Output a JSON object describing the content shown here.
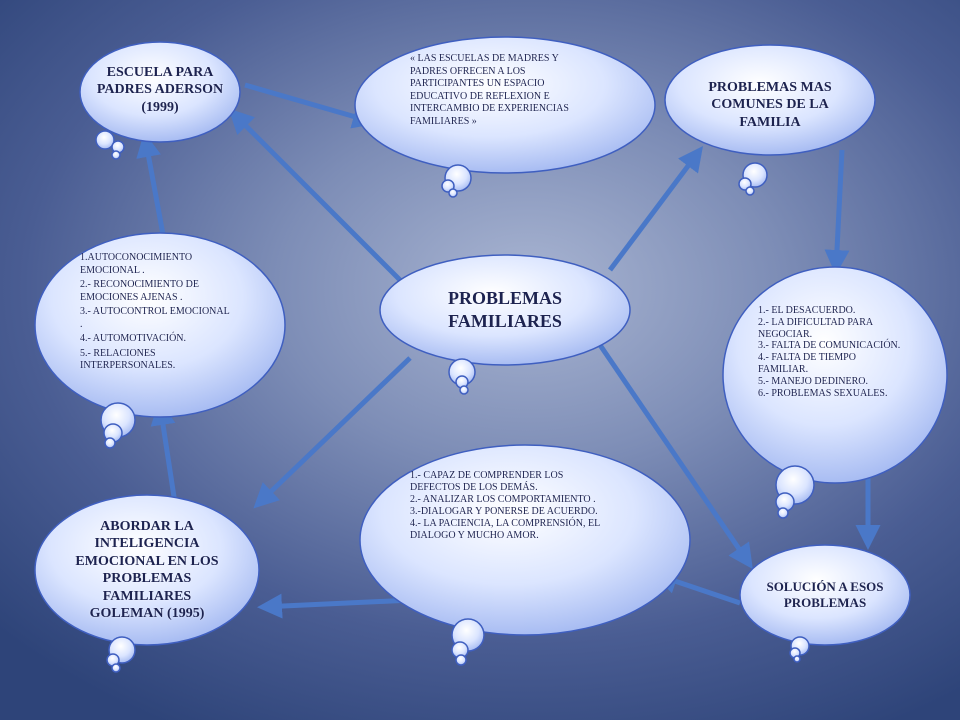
{
  "center": {
    "title": "PROBLEMAS FAMILIARES"
  },
  "escuela": {
    "title": "ESCUELA PARA PADRES ADERSON (1999)"
  },
  "quote": {
    "text": "« LAS ESCUELAS DE MADRES Y PADRES OFRECEN A LOS PARTICIPANTES UN ESPACIO EDUCATIVO DE REFLEXION  E INTERCAMBIO DE EXPERIENCIAS FAMILIARES »"
  },
  "problemas_comunes": {
    "title": "PROBLEMAS MAS COMUNES DE LA FAMILIA"
  },
  "competencias": {
    "items": [
      "1.AUTOCONOCIMIENTO EMOCIONAL .",
      "2.- RECONOCIMIENTO DE EMOCIONES AJENAS .",
      "3.- AUTOCONTROL EMOCIONAL .",
      "4.- AUTOMOTIVACIÓN.",
      "5.- RELACIONES INTERPERSONALES."
    ]
  },
  "problemas_lista": {
    "items": [
      "1.- EL DESACUERDO.",
      "2.- LA DIFICULTAD PARA NEGOCIAR.",
      "3.- FALTA DE COMUNICACIÓN.",
      "4.- FALTA DE TIEMPO FAMILIAR.",
      "5.- MANEJO DEDINERO.",
      "6.- PROBLEMAS SEXUALES."
    ]
  },
  "abordar": {
    "title": "ABORDAR LA INTELIGENCIA EMOCIONAL EN LOS PROBLEMAS FAMILIARES GOLEMAN (1995)"
  },
  "soluciones": {
    "items": [
      "1.- CAPAZ DE COMPRENDER LOS DEFECTOS DE LOS DEMÁS.",
      "2.- ANALIZAR LOS COMPORTAMIENTO .",
      "3.-DIALOGAR Y PONERSE DE ACUERDO.",
      "4.- LA PACIENCIA,  LA COMPRENSIÓN, EL DIALOGO Y MUCHO AMOR."
    ]
  },
  "solucion": {
    "title": "SOLUCIÓN A ESOS PROBLEMAS"
  },
  "colors": {
    "bubble_fill": "#c9d6fa",
    "bubble_stroke": "#3f5fc0",
    "arrow": "#4a78c8",
    "text": "#1d2350"
  }
}
